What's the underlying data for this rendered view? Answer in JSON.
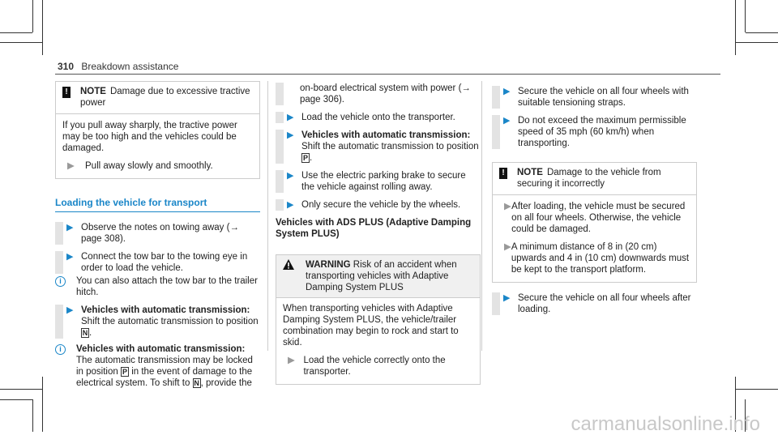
{
  "header": {
    "page_number": "310",
    "section": "Breakdown assistance"
  },
  "col1": {
    "note": {
      "label": "NOTE",
      "title": "Damage due to excessive tractive power",
      "body": "If you pull away sharply, the tractive power may be too high and the vehicles could be damaged.",
      "step": "Pull away slowly and smoothly."
    },
    "section_title": "Loading the vehicle for transport",
    "steps": [
      "Observe the notes on towing away (→ page 308).",
      "Connect the tow bar to the towing eye in order to load the vehicle."
    ],
    "info1": "You can also attach the tow bar to the trailer hitch.",
    "step3_title": "Vehicles with automatic transmission:",
    "step3_text": "Shift the automatic transmission to position",
    "step3_key": "N",
    "info2_title": "Vehicles with automatic transmission:",
    "info2_text_a": "The automatic transmission may be locked in position",
    "info2_key_p": "P",
    "info2_text_b": "in the event of damage to the electrical system. To shift to",
    "info2_key_n": "N",
    "info2_text_c": ", provide the"
  },
  "col2": {
    "cont": "on-board electrical system with power (→ page 306).",
    "step_load": "Load the vehicle onto the transporter.",
    "step_auto_title": "Vehicles with automatic transmission:",
    "step_auto_text": "Shift the automatic transmission to position",
    "step_auto_key": "P",
    "step_brake": "Use the electric parking brake to secure the vehicle against rolling away.",
    "step_wheels": "Only secure the vehicle by the wheels.",
    "ads_title": "Vehicles with ADS PLUS (Adaptive Damping System PLUS)",
    "warning": {
      "label": "WARNING",
      "title": "Risk of an accident when transporting vehicles with Adaptive Damping System PLUS",
      "body": "When transporting vehicles with Adaptive Damping System PLUS, the vehicle/trailer combination may begin to rock and start to skid.",
      "step": "Load the vehicle correctly onto the transporter."
    }
  },
  "col3": {
    "step_secure": "Secure the vehicle on all four wheels with suitable tensioning straps.",
    "step_speed": "Do not exceed the maximum permissible speed of 35 mph (60 km/h) when transporting.",
    "note": {
      "label": "NOTE",
      "title": "Damage to the vehicle from securing it incorrectly",
      "step1": "After loading, the vehicle must be secured on all four wheels. Otherwise, the vehicle could be damaged.",
      "step2": "A minimum distance of 8 in (20 cm) upwards and 4 in (10 cm) downwards must be kept to the transport platform."
    },
    "final_step": "Secure the vehicle on all four wheels after loading."
  },
  "watermark": "carmanualsonline.info",
  "colors": {
    "accent": "#1a86c8",
    "rail": "#dcdcdc"
  }
}
